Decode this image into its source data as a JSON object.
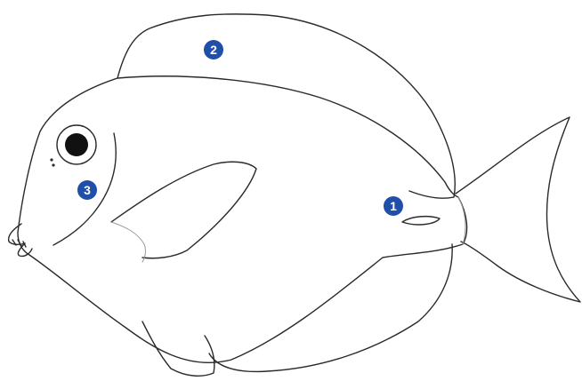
{
  "colors": {
    "marker_fill": "#1f4fa8",
    "marker_text": "#ffffff",
    "line": "#2a2a2a"
  },
  "markers": [
    {
      "id": "marker-1",
      "label": "1",
      "part": "caudal-peduncle"
    },
    {
      "id": "marker-2",
      "label": "2",
      "part": "dorsal-fin"
    },
    {
      "id": "marker-3",
      "label": "3",
      "part": "head"
    }
  ]
}
